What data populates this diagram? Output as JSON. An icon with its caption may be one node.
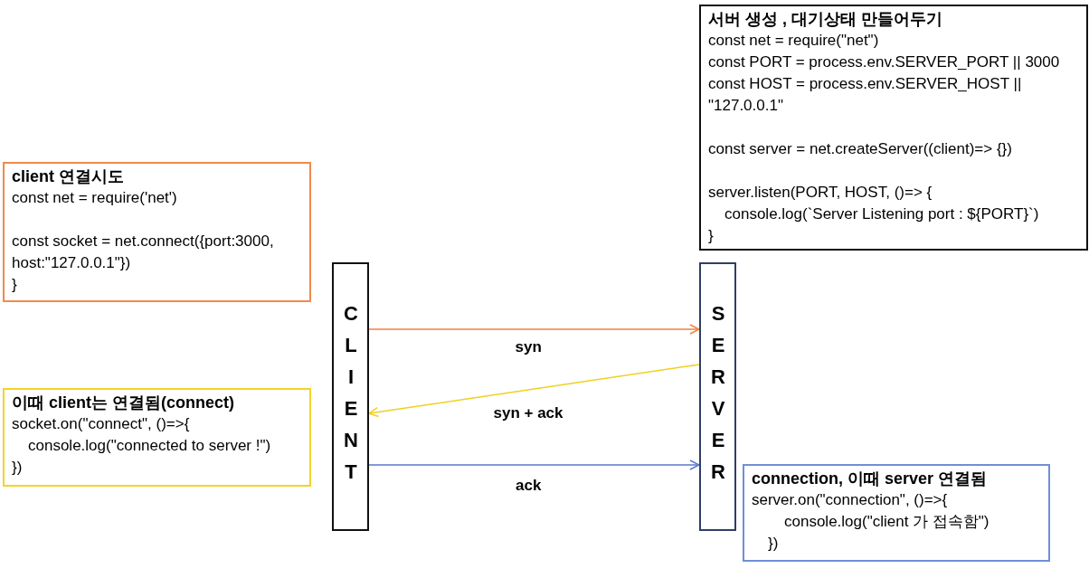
{
  "diagram": {
    "nodes": [
      {
        "text": [
          "서버 생성 , 대기상태 만들어두기",
          "const net = require(\"net\")",
          "const PORT = process.env.SERVER_PORT || 3000",
          "const HOST = process.env.SERVER_HOST || \"127.0.0.1\"",
          "const server = net.createServer((client)=> {})",
          "server.listen(PORT, HOST, ()=> {",
          "console.log(`Server Listening port : ${PORT}`)",
          "}"
        ]
      },
      {
        "text": [
          "client 연결시도",
          "const net = require('net')",
          "const socket = net.connect({port:3000, host:\"127.0.0.1\"})",
          "}"
        ]
      },
      {
        "text": [
          "CLIENT"
        ]
      },
      {
        "text": [
          "SERVER"
        ]
      },
      {
        "text": [
          "이때 client는 연결됨(connect)",
          "socket.on(\"connect\", ()=>{",
          "console.log(\"connected to server !\")",
          "})"
        ]
      },
      {
        "text": [
          "connection, 이때 server 연결됨",
          "server.on(\"connection\", ()=>{",
          "console.log(\"client 가 접속함\")",
          "})"
        ]
      }
    ],
    "edges": [
      {
        "from": 2,
        "to": 3,
        "arrow": "to",
        "label": "syn",
        "color": "#f08040"
      },
      {
        "from": 3,
        "to": 2,
        "arrow": "to",
        "label": "syn + ack",
        "color": "#f0d020"
      },
      {
        "from": 2,
        "to": 3,
        "arrow": "to",
        "label": "ack",
        "color": "#5a78c8"
      }
    ]
  }
}
